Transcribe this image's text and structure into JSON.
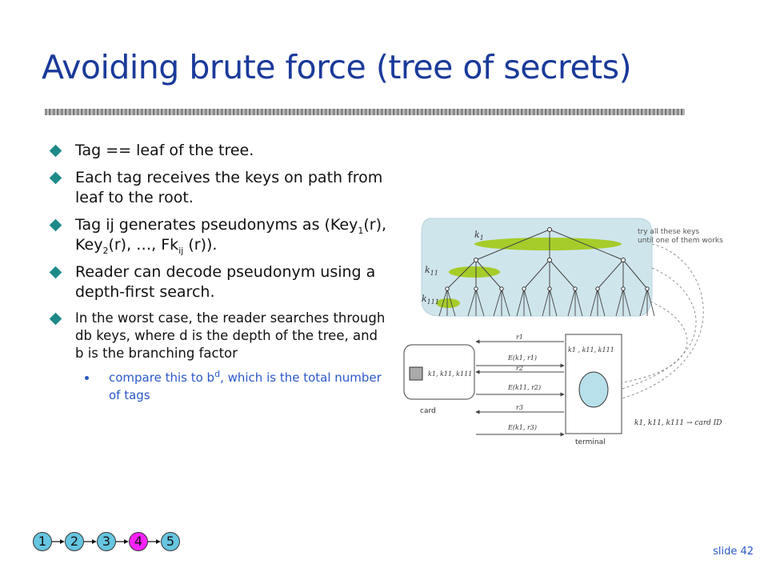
{
  "slide": {
    "title": "Avoiding brute force (tree of secrets)",
    "number_label": "slide 42"
  },
  "bullets": [
    {
      "text": "Tag == leaf of the tree."
    },
    {
      "text": "Each tag receives the keys on path from leaf to the root."
    },
    {
      "pre": "Tag ij generates pseudonyms as (Key",
      "s1": "1",
      "m1": "(r), Key",
      "s2": "2",
      "m2": "(r), …, Fk",
      "s3": "ij",
      "post": " (r))."
    },
    {
      "text": "Reader can decode pseudonym using a depth-first search."
    },
    {
      "text": "In the worst case, the reader searches through db keys, where d is the depth of the tree, and b is the branching factor"
    }
  ],
  "sub_bullet": {
    "pre": "compare this to b",
    "sup": "d",
    "post": ", which is the total number of tags"
  },
  "figure": {
    "try_line1": "try all these keys",
    "try_line2": "until one of them works",
    "k1": "k",
    "k1_sub": "1",
    "k11": "k",
    "k11_sub": "11",
    "k111": "k",
    "k111_sub": "111",
    "card_label": "card",
    "card_keys": "k1, k11, k111",
    "terminal_label": "terminal",
    "terminal_keys": "k1 , k11, k111",
    "result": "k1, k11, k111 → card ID",
    "msgs": [
      "r1",
      "E(k1, r1)",
      "r2",
      "E(k11, r2)",
      "r3",
      "E(k1, r3)"
    ]
  },
  "nav": {
    "items": [
      "1",
      "2",
      "3",
      "4",
      "5"
    ],
    "active_index": 3
  },
  "colors": {
    "title": "#1a3a9a",
    "bullet_marker": "#1d8a8a",
    "sub_text": "#2b59c8",
    "highlight": "#cfe5ec",
    "key_ellipse": "#a6cc2a",
    "nav_active": "#ff22ff",
    "nav_default": "#66c5e0"
  }
}
